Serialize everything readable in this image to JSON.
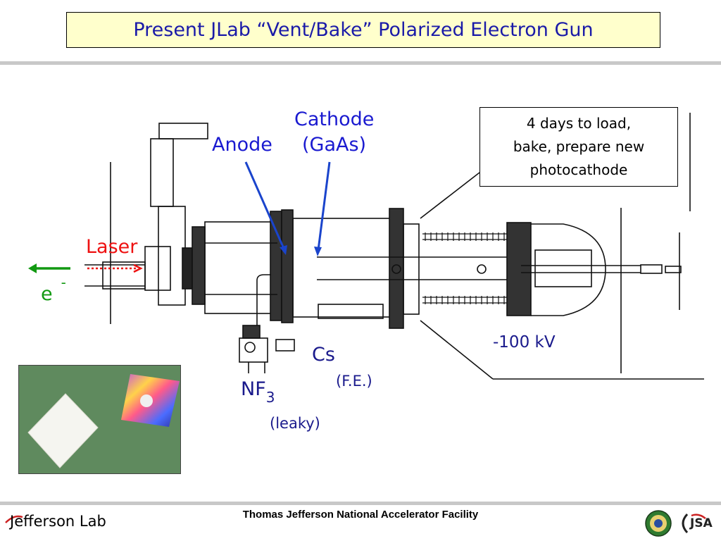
{
  "title": "Present JLab “Vent/Bake” Polarized Electron Gun",
  "labels": {
    "cathode_line1": "Cathode",
    "cathode_line2": "(GaAs)",
    "anode": "Anode",
    "laser": "Laser",
    "electron": "e",
    "electron_sup": "-",
    "cs": "Cs",
    "fe": "(F.E.)",
    "nf": "NF",
    "nf_sub": "3",
    "leaky": "(leaky)",
    "voltage": "-100 kV"
  },
  "callout": "4 days to load,\nbake, prepare new\nphotocathode",
  "footer": {
    "center": "Thomas Jefferson National Accelerator Facility",
    "logo_left": "Jefferson Lab",
    "logo_right": "JSA"
  },
  "colors": {
    "title": "#1a1aa8",
    "title_bg": "#ffffcc",
    "label_blue": "#1a1ad0",
    "laser": "#ee1111",
    "electron": "#119911",
    "arrow_blue": "#1a44cc"
  }
}
